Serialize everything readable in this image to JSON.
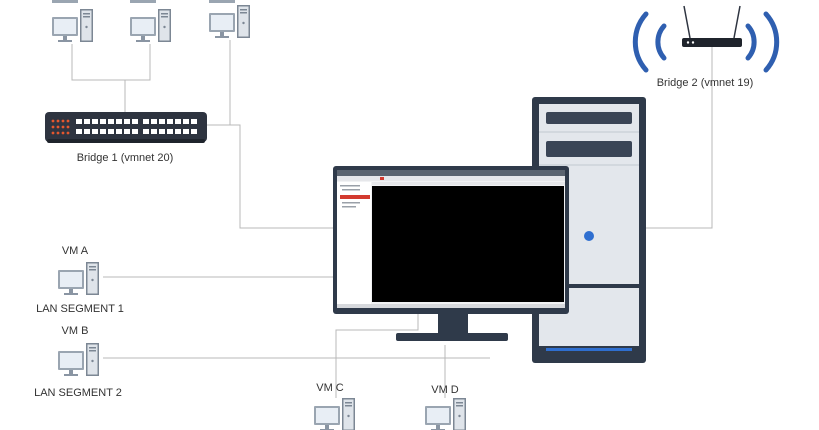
{
  "diagram": {
    "bridge1_label": "Bridge 1 (vmnet 20)",
    "bridge2_label": "Bridge 2 (vmnet 19)",
    "vm_a_label": "VM A",
    "lan_segment1_label": "LAN SEGMENT 1",
    "vm_b_label": "VM B",
    "lan_segment2_label": "LAN SEGMENT 2",
    "vm_c_label": "VM C",
    "vm_d_label": "VM D"
  },
  "colors": {
    "wifi_waves": "#2f5fb0",
    "switch_body": "#2e3440",
    "switch_port_leds": "#e4572e",
    "tower_body": "#2f3a4a",
    "tower_panel": "#e3e7ec",
    "tower_led": "#2f6fd0",
    "connector_lines": "#b8b8b8"
  }
}
